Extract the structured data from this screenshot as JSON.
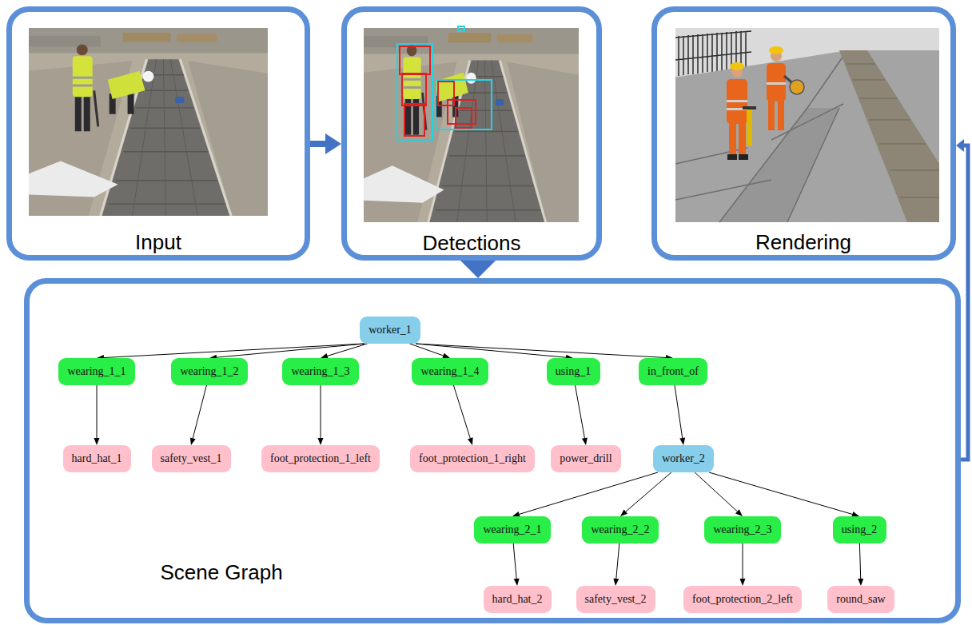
{
  "diagram": {
    "nodes": [
      {
        "text": [
          "Input"
        ]
      },
      {
        "text": [
          "Detections"
        ]
      },
      {
        "text": [
          "Rendering"
        ]
      },
      {
        "text": [
          "Scene Graph"
        ]
      },
      {
        "text": [
          "worker_1"
        ],
        "in": 3
      },
      {
        "text": [
          "wearing_1_1"
        ],
        "in": 3
      },
      {
        "text": [
          "wearing_1_2"
        ],
        "in": 3
      },
      {
        "text": [
          "wearing_1_3"
        ],
        "in": 3
      },
      {
        "text": [
          "wearing_1_4"
        ],
        "in": 3
      },
      {
        "text": [
          "using_1"
        ],
        "in": 3
      },
      {
        "text": [
          "in_front_of"
        ],
        "in": 3
      },
      {
        "text": [
          "hard_hat_1"
        ],
        "in": 3
      },
      {
        "text": [
          "safety_vest_1"
        ],
        "in": 3
      },
      {
        "text": [
          "foot_protection_1_left"
        ],
        "in": 3
      },
      {
        "text": [
          "foot_protection_1_right"
        ],
        "in": 3
      },
      {
        "text": [
          "power_drill"
        ],
        "in": 3
      },
      {
        "text": [
          "worker_2"
        ],
        "in": 3
      },
      {
        "text": [
          "wearing_2_1"
        ],
        "in": 3
      },
      {
        "text": [
          "wearing_2_2"
        ],
        "in": 3
      },
      {
        "text": [
          "wearing_2_3"
        ],
        "in": 3
      },
      {
        "text": [
          "using_2"
        ],
        "in": 3
      },
      {
        "text": [
          "hard_hat_2"
        ],
        "in": 3
      },
      {
        "text": [
          "safety_vest_2"
        ],
        "in": 3
      },
      {
        "text": [
          "foot_protection_2_left"
        ],
        "in": 3
      },
      {
        "text": [
          "round_saw"
        ],
        "in": 3
      }
    ],
    "edges": [
      {
        "from": 0,
        "to": 1,
        "arrow": "to"
      },
      {
        "from": 1,
        "to": 3,
        "arrow": "to"
      },
      {
        "from": 3,
        "to": 2,
        "arrow": "to"
      },
      {
        "from": 4,
        "to": 5,
        "arrow": "to"
      },
      {
        "from": 4,
        "to": 6,
        "arrow": "to"
      },
      {
        "from": 4,
        "to": 7,
        "arrow": "to"
      },
      {
        "from": 4,
        "to": 8,
        "arrow": "to"
      },
      {
        "from": 4,
        "to": 9,
        "arrow": "to"
      },
      {
        "from": 4,
        "to": 10,
        "arrow": "to"
      },
      {
        "from": 5,
        "to": 11,
        "arrow": "to"
      },
      {
        "from": 6,
        "to": 12,
        "arrow": "to"
      },
      {
        "from": 7,
        "to": 13,
        "arrow": "to"
      },
      {
        "from": 8,
        "to": 14,
        "arrow": "to"
      },
      {
        "from": 9,
        "to": 15,
        "arrow": "to"
      },
      {
        "from": 10,
        "to": 16,
        "arrow": "to"
      },
      {
        "from": 16,
        "to": 17,
        "arrow": "to"
      },
      {
        "from": 16,
        "to": 18,
        "arrow": "to"
      },
      {
        "from": 16,
        "to": 19,
        "arrow": "to"
      },
      {
        "from": 16,
        "to": 20,
        "arrow": "to"
      },
      {
        "from": 17,
        "to": 21,
        "arrow": "to"
      },
      {
        "from": 18,
        "to": 22,
        "arrow": "to"
      },
      {
        "from": 19,
        "to": 23,
        "arrow": "to"
      },
      {
        "from": 20,
        "to": 24,
        "arrow": "to"
      }
    ]
  }
}
